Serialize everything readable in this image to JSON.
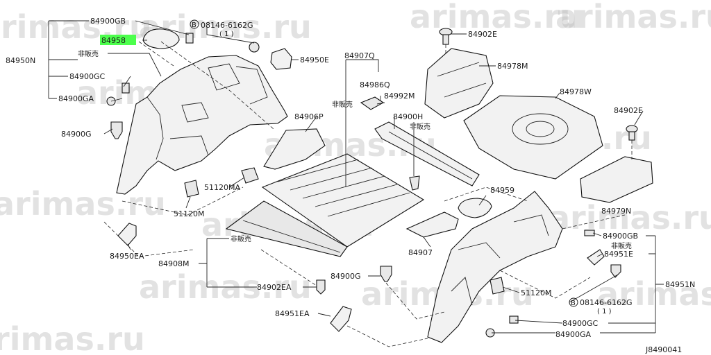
{
  "diagram_code": "J8490041",
  "watermark": "arimas.ru",
  "highlight_color": "#4cff4c",
  "labels": {
    "p84958": "84958",
    "p84900gb_top": "84900GB",
    "p84950n": "84950N",
    "not_for_sale_1": "非販売",
    "p84900gc_left": "84900GC",
    "p84900ga_left": "84900GA",
    "p84900g_left": "84900G",
    "p08146_top": "08146-6162G",
    "p08146_top_qty": "( 1 )",
    "p84950e": "84950E",
    "p84907q": "84907Q",
    "p84986q": "84986Q",
    "not_for_sale_2": "非販売",
    "p84992m": "84992M",
    "p84900h": "84900H",
    "not_for_sale_3": "非販売",
    "p84906p": "84906P",
    "p84902e_top": "84902E",
    "p84978m": "84978M",
    "p84978w": "84978W",
    "p84902e_right": "84902E",
    "p84979n": "84979N",
    "p51120ma": "51120MA",
    "p51120m_left": "51120M",
    "p84959": "84959",
    "p84950ea": "84950EA",
    "not_for_sale_4": "非販売",
    "p84908m": "84908M",
    "p84907": "84907",
    "p84902ea": "84902EA",
    "p84900g_mid": "84900G",
    "p84951ea": "84951EA",
    "p84900gb_right": "84900GB",
    "not_for_sale_5": "非販売",
    "p84951e": "84951E",
    "p84951n": "84951N",
    "p51120m_right": "51120M",
    "p08146_bottom": "08146-6162G",
    "p08146_bottom_qty": "( 1 )",
    "p84900gc_bottom": "84900GC",
    "p84900ga_bottom": "84900GA",
    "bolt_symbol": "B"
  }
}
